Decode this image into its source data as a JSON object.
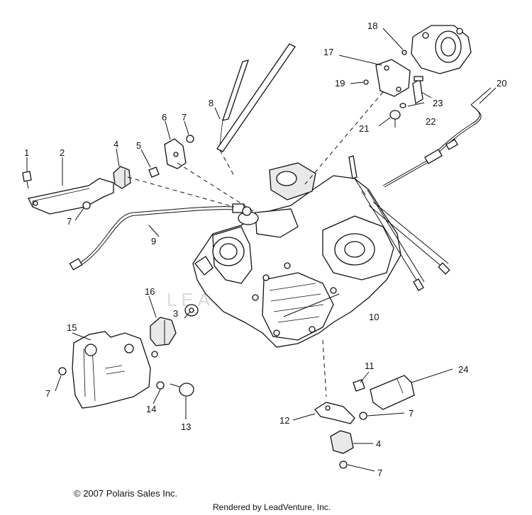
{
  "callouts": {
    "c1": "1",
    "c2": "2",
    "c3": "3",
    "c4a": "4",
    "c4b": "4",
    "c5": "5",
    "c6": "6",
    "c7a": "7",
    "c7b": "7",
    "c7c": "7",
    "c7d": "7",
    "c7e": "7",
    "c8": "8",
    "c9": "9",
    "c10": "10",
    "c11": "11",
    "c12": "12",
    "c13": "13",
    "c14": "14",
    "c15": "15",
    "c16": "16",
    "c17": "17",
    "c18": "18",
    "c19": "19",
    "c20": "20",
    "c21": "21",
    "c22": "22",
    "c23": "23",
    "c24": "24"
  },
  "watermark": "LEADVENTURE",
  "footer": {
    "copyright": "© 2007 Polaris Sales Inc.",
    "rendered_by": "Rendered by LeadVenture, Inc."
  }
}
